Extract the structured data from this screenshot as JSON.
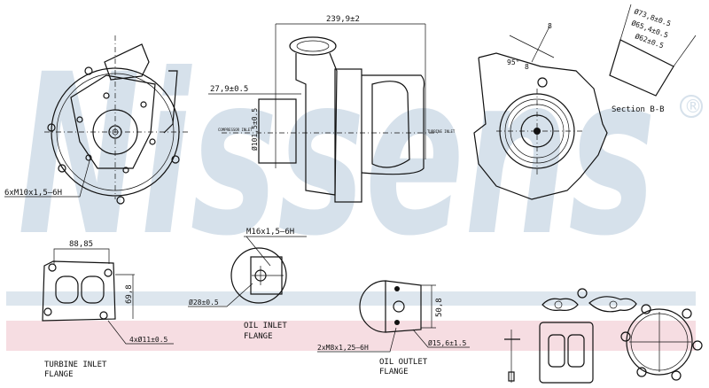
{
  "watermark": {
    "brand": "Nissens",
    "registered": "®"
  },
  "colors": {
    "watermark": "#d6e1eb",
    "band_blue": "#dde6ee",
    "band_pink": "#f6dde2",
    "line": "#111111"
  },
  "dimensions": {
    "overall_length": "239,9±2",
    "flange_offset": "27,9±0.5",
    "compressor_inlet_dia": "Ø101,5±0.5",
    "turbine_studs": "6xM10x1,5–6H",
    "section_dia_outer": "Ø73,8±0.5",
    "section_dia_mid": "Ø65,4±0.5",
    "section_dia_inner": "Ø62±0.5",
    "angle_a": "95°",
    "angle_b": "8",
    "angle_c": "8",
    "turbine_flange_width": "88,85",
    "turbine_flange_height": "69,8",
    "turbine_flange_holes": "4xØ11±0.5",
    "oil_inlet_thread": "M16x1,5–6H",
    "oil_inlet_dia": "Ø28±0.5",
    "oil_outlet_height": "50,8",
    "oil_outlet_thread": "2xM8x1,25–6H",
    "oil_outlet_dia": "Ø15,6±1.5"
  },
  "labels": {
    "section": "Section B-B",
    "compressor_outlet": "COMPRESSOR INLET",
    "turbine_outlet": "TURBINE INLET",
    "oil_inlet_line1": "OIL INLET",
    "oil_inlet_line2": "FLANGE",
    "oil_outlet_line1": "OIL OUTLET",
    "oil_outlet_line2": "FLANGE",
    "turbine_inlet_line1": "TURBINE INLET",
    "turbine_inlet_line2": "FLANGE"
  }
}
